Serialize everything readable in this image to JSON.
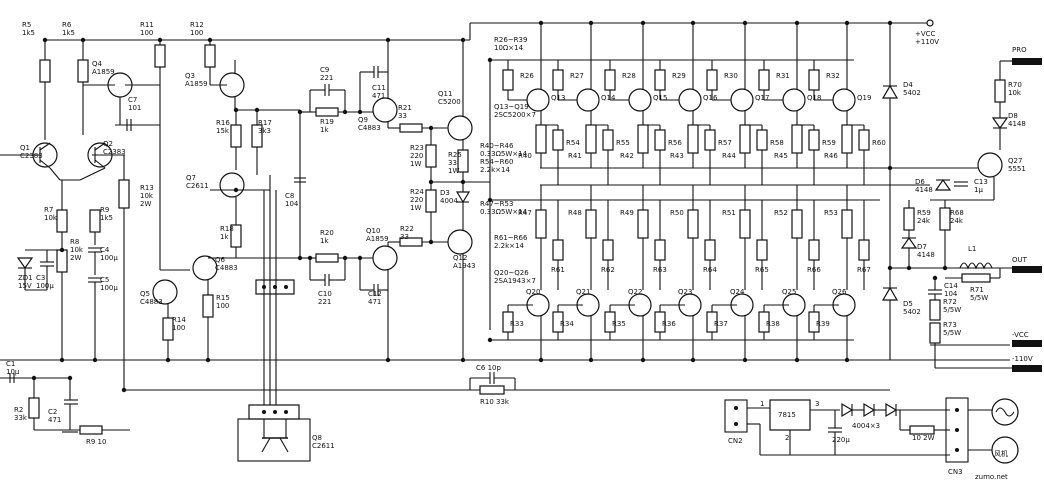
{
  "supply": {
    "vcc_pos": "+VCC",
    "vcc_pos_v": "+110V",
    "vcc_neg": "-VCC",
    "vcc_neg_v": "-110V",
    "pro": "PRO",
    "out": "OUT"
  },
  "labels": [
    {
      "id": "r5",
      "lines": [
        "R5",
        "1k5"
      ]
    },
    {
      "id": "r6",
      "lines": [
        "R6",
        "1k5"
      ]
    },
    {
      "id": "r11",
      "lines": [
        "R11",
        "100"
      ]
    },
    {
      "id": "r12",
      "lines": [
        "R12",
        "100"
      ]
    },
    {
      "id": "q4",
      "lines": [
        "Q4",
        "A1859"
      ]
    },
    {
      "id": "q3",
      "lines": [
        "Q3",
        "A1859"
      ]
    },
    {
      "id": "c7",
      "lines": [
        "C7",
        "101"
      ]
    },
    {
      "id": "q1",
      "lines": [
        "Q1",
        "C2383"
      ]
    },
    {
      "id": "q2",
      "lines": [
        "Q2",
        "C2383"
      ]
    },
    {
      "id": "r16",
      "lines": [
        "R16",
        "15k"
      ]
    },
    {
      "id": "r17",
      "lines": [
        "R17",
        "3k3"
      ]
    },
    {
      "id": "r13",
      "lines": [
        "R13",
        "10k",
        "2W"
      ]
    },
    {
      "id": "q7",
      "lines": [
        "Q7",
        "C2611"
      ]
    },
    {
      "id": "r7",
      "lines": [
        "R7",
        "10k"
      ]
    },
    {
      "id": "r9",
      "lines": [
        "R9",
        "1k5"
      ]
    },
    {
      "id": "r8",
      "lines": [
        "R8",
        "10k",
        "2W"
      ]
    },
    {
      "id": "c4",
      "lines": [
        "C4",
        "100μ"
      ]
    },
    {
      "id": "c5",
      "lines": [
        "C5",
        "100μ"
      ]
    },
    {
      "id": "zd1",
      "lines": [
        "ZD1",
        "15V"
      ]
    },
    {
      "id": "c3",
      "lines": [
        "C3",
        "100μ"
      ]
    },
    {
      "id": "r18",
      "lines": [
        "R18",
        "1k"
      ]
    },
    {
      "id": "q6",
      "lines": [
        "Q6",
        "C4883"
      ]
    },
    {
      "id": "q5",
      "lines": [
        "Q5",
        "C4883"
      ]
    },
    {
      "id": "r15",
      "lines": [
        "R15",
        "100"
      ]
    },
    {
      "id": "r14",
      "lines": [
        "R14",
        "100"
      ]
    },
    {
      "id": "c9",
      "lines": [
        "C9",
        "221"
      ]
    },
    {
      "id": "c11",
      "lines": [
        "C11",
        "471"
      ]
    },
    {
      "id": "r19",
      "lines": [
        "R19",
        "1k"
      ]
    },
    {
      "id": "r21",
      "lines": [
        "R21",
        "33"
      ]
    },
    {
      "id": "q9",
      "lines": [
        "Q9",
        "C4883"
      ]
    },
    {
      "id": "c8",
      "lines": [
        "C8",
        "104"
      ]
    },
    {
      "id": "q11",
      "lines": [
        "Q11",
        "C5200"
      ]
    },
    {
      "id": "r23",
      "lines": [
        "R23",
        "220",
        "1W"
      ]
    },
    {
      "id": "r25",
      "lines": [
        "R25",
        "33",
        "1W"
      ]
    },
    {
      "id": "r24",
      "lines": [
        "R24",
        "220",
        "1W"
      ]
    },
    {
      "id": "d3",
      "lines": [
        "D3",
        "4004"
      ]
    },
    {
      "id": "r20",
      "lines": [
        "R20",
        "1k"
      ]
    },
    {
      "id": "q10",
      "lines": [
        "Q10",
        "A1859"
      ]
    },
    {
      "id": "r22",
      "lines": [
        "R22",
        "33"
      ]
    },
    {
      "id": "q12",
      "lines": [
        "Q12",
        "A1943"
      ]
    },
    {
      "id": "c10",
      "lines": [
        "C10",
        "221"
      ]
    },
    {
      "id": "c12",
      "lines": [
        "C12",
        "471"
      ]
    },
    {
      "id": "r26r39",
      "lines": [
        "R26~R39",
        "10Ω×14"
      ]
    },
    {
      "id": "q13q19",
      "lines": [
        "Q13~Q19",
        "2SC5200×7"
      ]
    },
    {
      "id": "r40r46",
      "lines": [
        "R40~R46",
        "0.33Ω5W×14",
        "R54~R60",
        "2.2k×14"
      ]
    },
    {
      "id": "r47r53",
      "lines": [
        "R47~R53",
        "0.33Ω5W×14"
      ]
    },
    {
      "id": "r61r66",
      "lines": [
        "R61~R66",
        "2.2k×14"
      ]
    },
    {
      "id": "q20q26",
      "lines": [
        "Q20~Q26",
        "2SA1943×7"
      ]
    },
    {
      "id": "d4",
      "lines": [
        "D4",
        "5402"
      ]
    },
    {
      "id": "d5",
      "lines": [
        "D5",
        "5402"
      ]
    },
    {
      "id": "r70",
      "lines": [
        "R70",
        "10k"
      ]
    },
    {
      "id": "d8",
      "lines": [
        "D8",
        "4148"
      ]
    },
    {
      "id": "q27",
      "lines": [
        "Q27",
        "5551"
      ]
    },
    {
      "id": "d6",
      "lines": [
        "D6",
        "4148"
      ]
    },
    {
      "id": "c13",
      "lines": [
        "C13",
        "1μ"
      ]
    },
    {
      "id": "r59b",
      "lines": [
        "R59",
        "24k"
      ]
    },
    {
      "id": "r68",
      "lines": [
        "R68",
        "24k"
      ]
    },
    {
      "id": "d7",
      "lines": [
        "D7",
        "4148"
      ]
    },
    {
      "id": "l1",
      "lines": [
        "L1"
      ]
    },
    {
      "id": "c14",
      "lines": [
        "C14",
        "104"
      ]
    },
    {
      "id": "r71",
      "lines": [
        "R71",
        "5/5W"
      ]
    },
    {
      "id": "r72",
      "lines": [
        "R72",
        "5/5W"
      ]
    },
    {
      "id": "r73",
      "lines": [
        "R73",
        "5/5W"
      ]
    },
    {
      "id": "c1",
      "lines": [
        "C1",
        "10μ"
      ]
    },
    {
      "id": "r2",
      "lines": [
        "R2",
        "33k"
      ]
    },
    {
      "id": "c2",
      "lines": [
        "C2",
        "471"
      ]
    },
    {
      "id": "r9b",
      "lines": [
        "R9 10"
      ]
    },
    {
      "id": "c6",
      "lines": [
        "C6  10p"
      ]
    },
    {
      "id": "r10",
      "lines": [
        "R10  33k"
      ]
    },
    {
      "id": "q8",
      "lines": [
        "Q8",
        "C2611"
      ]
    },
    {
      "id": "cn2",
      "lines": [
        "CN2"
      ]
    },
    {
      "id": "u7815",
      "lines": [
        "7815"
      ]
    },
    {
      "id": "c220",
      "lines": [
        "220μ"
      ]
    },
    {
      "id": "d4004x3",
      "lines": [
        "4004×3"
      ]
    },
    {
      "id": "r10_2w",
      "lines": [
        "10 2W"
      ]
    },
    {
      "id": "cn3",
      "lines": [
        "CN3"
      ]
    },
    {
      "id": "fan",
      "lines": [
        "风机"
      ]
    },
    {
      "id": "watermark",
      "lines": [
        "zumo.net"
      ]
    }
  ],
  "driver_resistors": [
    "R26",
    "R27",
    "R28",
    "R29",
    "R30",
    "R31",
    "R32"
  ],
  "driver_q_top": [
    "Q13",
    "Q14",
    "Q15",
    "Q16",
    "Q17",
    "Q18",
    "Q19"
  ],
  "emitter_top": [
    "R40",
    "R41",
    "R42",
    "R43",
    "R44",
    "R45",
    "R46"
  ],
  "base_top": [
    "R54",
    "R55",
    "R56",
    "R57",
    "R58",
    "R59",
    "R60"
  ],
  "emitter_bot": [
    "R47",
    "R48",
    "R49",
    "R50",
    "R51",
    "R52",
    "R53"
  ],
  "base_bot": [
    "R61",
    "R62",
    "R63",
    "R64",
    "R65",
    "R66",
    "R67"
  ],
  "driver_q_bot": [
    "Q20",
    "Q21",
    "Q22",
    "Q23",
    "Q24",
    "Q25",
    "Q26"
  ],
  "driver_r_bot": [
    "R33",
    "R34",
    "R35",
    "R36",
    "R37",
    "R38",
    "R39"
  ],
  "pins": {
    "p1": "1",
    "p2": "2",
    "p3": "3"
  }
}
